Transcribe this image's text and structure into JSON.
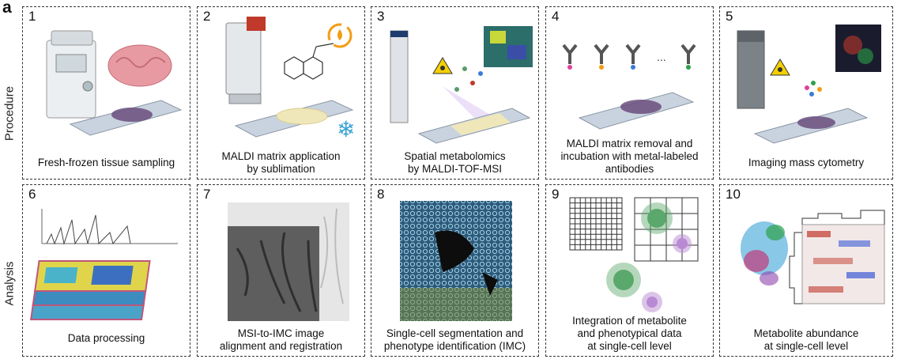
{
  "figure_letter": "a",
  "row_labels": {
    "procedure": "Procedure",
    "analysis": "Analysis"
  },
  "panels": [
    {
      "num": "1",
      "caption": "Fresh-frozen tissue sampling"
    },
    {
      "num": "2",
      "caption": "MALDI matrix application\nby sublimation"
    },
    {
      "num": "3",
      "caption": "Spatial metabolomics\nby MALDI-TOF-MSI"
    },
    {
      "num": "4",
      "caption": "MALDI matrix removal and\nincubation with metal-labeled\nantibodies"
    },
    {
      "num": "5",
      "caption": "Imaging mass cytometry"
    },
    {
      "num": "6",
      "caption": "Data processing"
    },
    {
      "num": "7",
      "caption": "MSI-to-IMC image\nalignment and registration"
    },
    {
      "num": "8",
      "caption": "Single-cell segmentation and\nphenotype identification (IMC)"
    },
    {
      "num": "9",
      "caption": "Integration of metabolite\nand phenotypical data\nat single-cell level"
    },
    {
      "num": "10",
      "caption": "Metabolite abundance\nat single-cell level"
    }
  ],
  "colors": {
    "tissue": "#e89aa2",
    "slide": "#c9d3df",
    "matrix": "#efe7b9",
    "cell_green": "#5aa86b",
    "cell_purple": "#b98ad4",
    "laser": "#f5d000"
  }
}
